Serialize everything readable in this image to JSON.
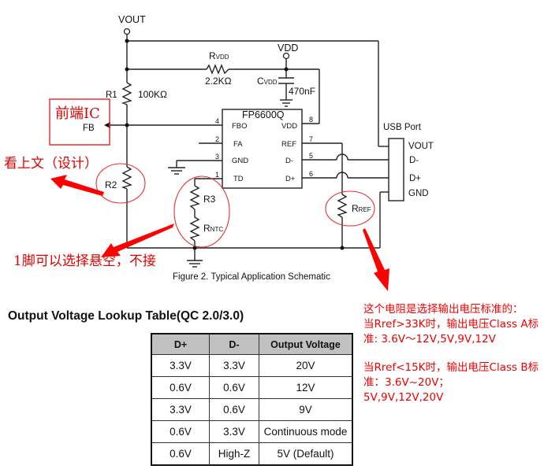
{
  "schematic": {
    "nodes": {
      "vout": "VOUT",
      "vdd": "VDD"
    },
    "components": {
      "r1": {
        "name": "R1",
        "value": "100KΩ"
      },
      "r2": {
        "name": "R2"
      },
      "r3": {
        "name": "R3"
      },
      "rntc": {
        "name": "R",
        "sub": "NTC"
      },
      "rvdd": {
        "name": "R",
        "sub": "VDD",
        "value": "2.2KΩ"
      },
      "cvdd": {
        "name": "C",
        "sub": "VDD",
        "value": "470nF"
      },
      "rref": {
        "name": "R",
        "sub": "REF"
      }
    },
    "ic": {
      "name": "FP6600Q",
      "pins_left": [
        {
          "num": "4",
          "label": "FBO"
        },
        {
          "num": "2",
          "label": "FA"
        },
        {
          "num": "3",
          "label": "GND"
        },
        {
          "num": "1",
          "label": "TD"
        }
      ],
      "pins_right": [
        {
          "num": "8",
          "label": "VDD"
        },
        {
          "num": "7",
          "label": "REF"
        },
        {
          "num": "5",
          "label": "D-"
        },
        {
          "num": "6",
          "label": "D+"
        }
      ]
    },
    "fb_label": "FB",
    "usb": {
      "title": "USB Port",
      "pins": [
        "VOUT",
        "D-",
        "D+",
        "GND"
      ]
    },
    "caption": "Figure 2. Typical Application Schematic",
    "annotations": {
      "front_ic": "前端IC",
      "see_above": "看上文（设计）",
      "pin1_note": "1脚可以选择悬空，不接"
    }
  },
  "table": {
    "title": "Output Voltage Lookup Table(QC 2.0/3.0)",
    "headers": [
      "D+",
      "D-",
      "Output Voltage"
    ],
    "rows": [
      [
        "3.3V",
        "3.3V",
        "20V"
      ],
      [
        "0.6V",
        "0.6V",
        "12V"
      ],
      [
        "3.3V",
        "0.6V",
        "9V"
      ],
      [
        "0.6V",
        "3.3V",
        "Continuous mode"
      ],
      [
        "0.6V",
        "High-Z",
        "5V (Default)"
      ]
    ]
  },
  "note": {
    "line1": "这个电阻是选择输出电压标准的：",
    "line2": "当Rref>33K时，输出电压Class A标准: 3.6V～12V,5V,9V,12V",
    "line3": "当Rref<15K时，输出电压Class B标准：3.6V~20V；",
    "line4": "5V,9V,12V,20V"
  },
  "colors": {
    "annotation": "#e00000",
    "wire": "#222222",
    "table_header_bg": "#c0c0c0"
  }
}
